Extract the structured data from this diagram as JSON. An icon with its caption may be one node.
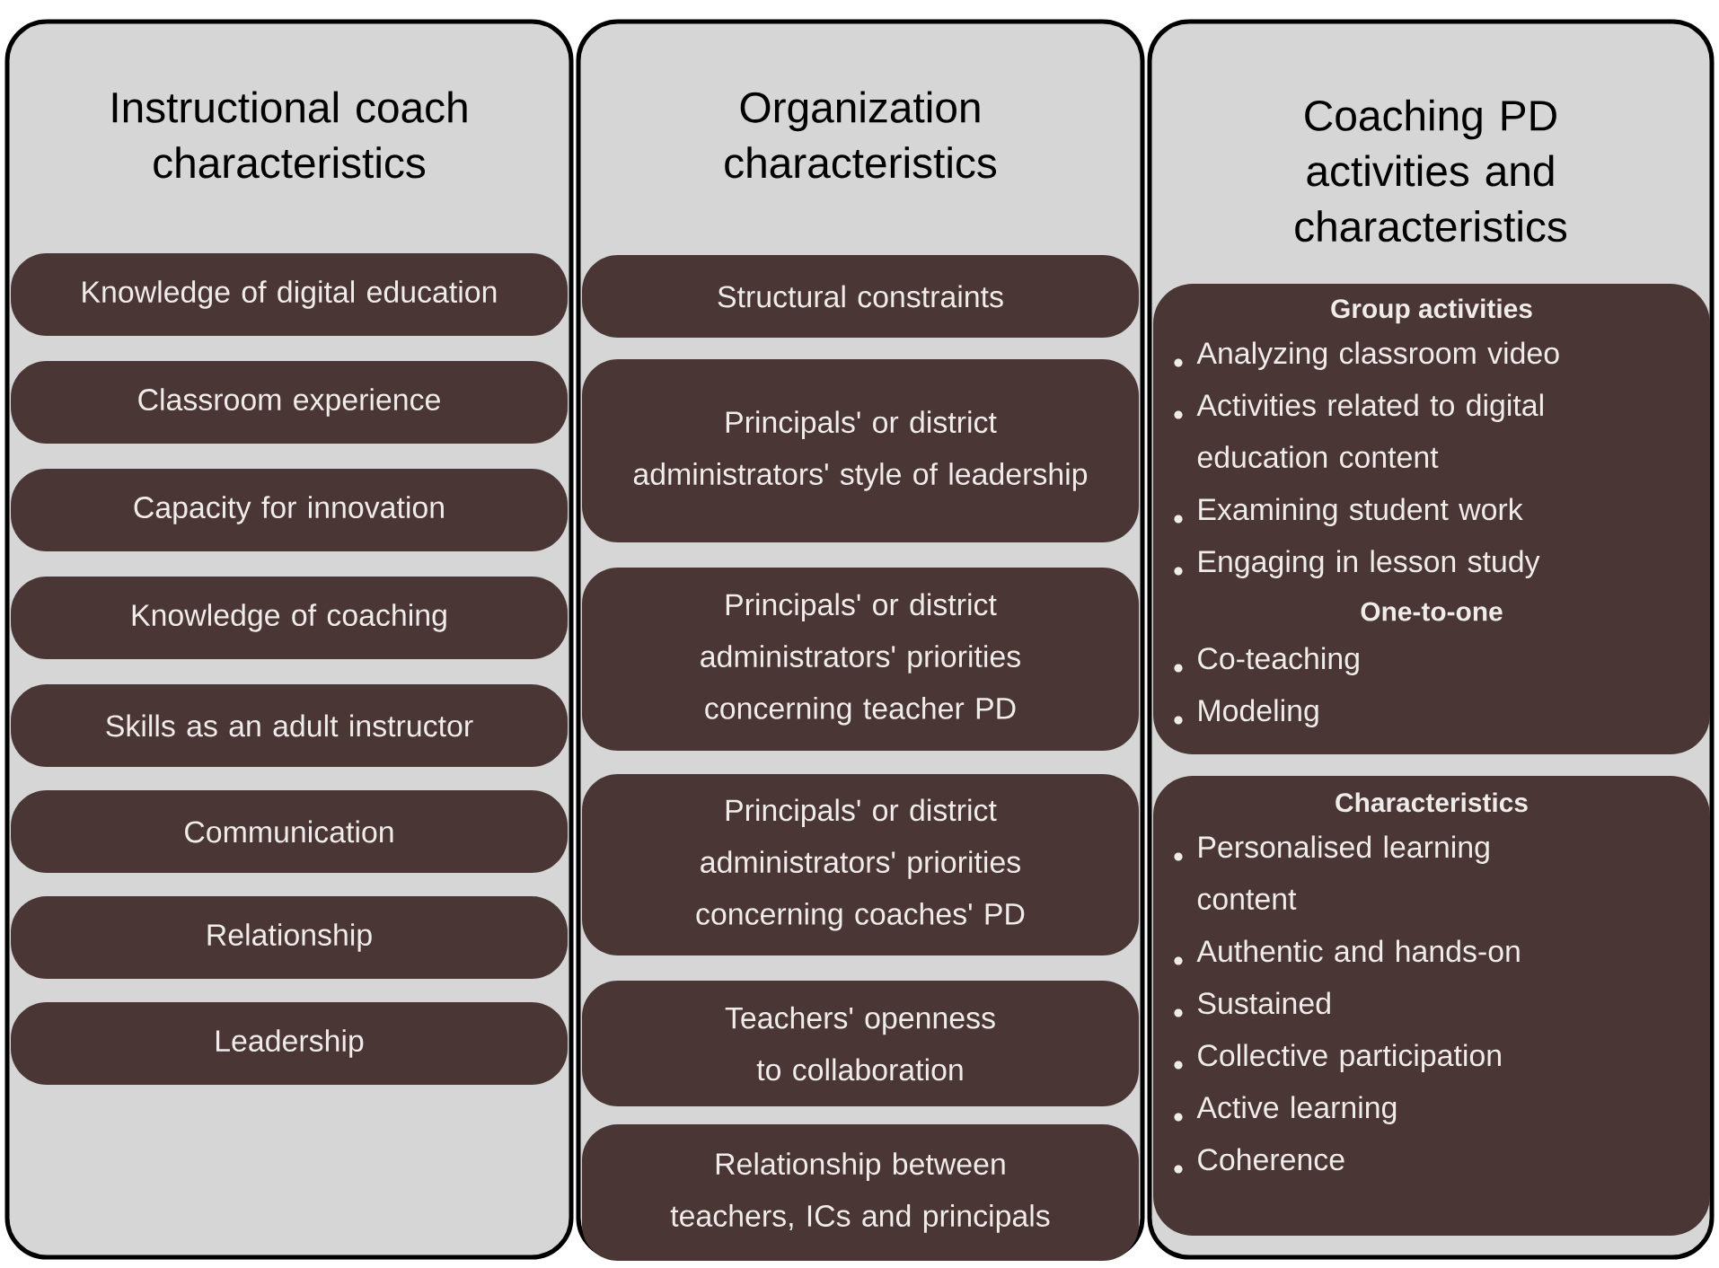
{
  "diagram": {
    "nodes": [
      {
        "text": [
          "Instructional coach characteristics"
        ]
      },
      {
        "text": [
          "Knowledge of digital education"
        ],
        "in": 0
      },
      {
        "text": [
          "Classroom experience"
        ],
        "in": 0
      },
      {
        "text": [
          "Capacity for innovation"
        ],
        "in": 0
      },
      {
        "text": [
          "Knowledge of coaching"
        ],
        "in": 0
      },
      {
        "text": [
          "Skills as an adult instructor"
        ],
        "in": 0
      },
      {
        "text": [
          "Communication"
        ],
        "in": 0
      },
      {
        "text": [
          "Relationship"
        ],
        "in": 0
      },
      {
        "text": [
          "Leadership"
        ],
        "in": 0
      },
      {
        "text": [
          "Organization characteristics"
        ]
      },
      {
        "text": [
          "Structural constraints"
        ],
        "in": 9
      },
      {
        "text": [
          "Principals' or district administrators' style of leadership"
        ],
        "in": 9
      },
      {
        "text": [
          "Principals' or district administrators' priorities concerning teacher PD"
        ],
        "in": 9
      },
      {
        "text": [
          "Principals' or district administrators' priorities concerning coaches' PD"
        ],
        "in": 9
      },
      {
        "text": [
          "Teachers' openness to collaboration"
        ],
        "in": 9
      },
      {
        "text": [
          "Relationship between teachers, ICs and principals"
        ],
        "in": 9
      },
      {
        "text": [
          "Coaching PD activities and characteristics"
        ]
      },
      {
        "text": [
          "Group activities",
          "Analyzing classroom video",
          "Activities related to digital education content",
          "Examining student work",
          "Engaging in lesson study",
          "One-to-one",
          "Co-teaching",
          "Modeling"
        ],
        "in": 16
      },
      {
        "text": [
          "Characteristics",
          "Personalised learning content",
          "Authentic and hands-on",
          "Sustained",
          "Collective participation",
          "Active learning",
          "Coherence"
        ],
        "in": 16
      }
    ]
  }
}
